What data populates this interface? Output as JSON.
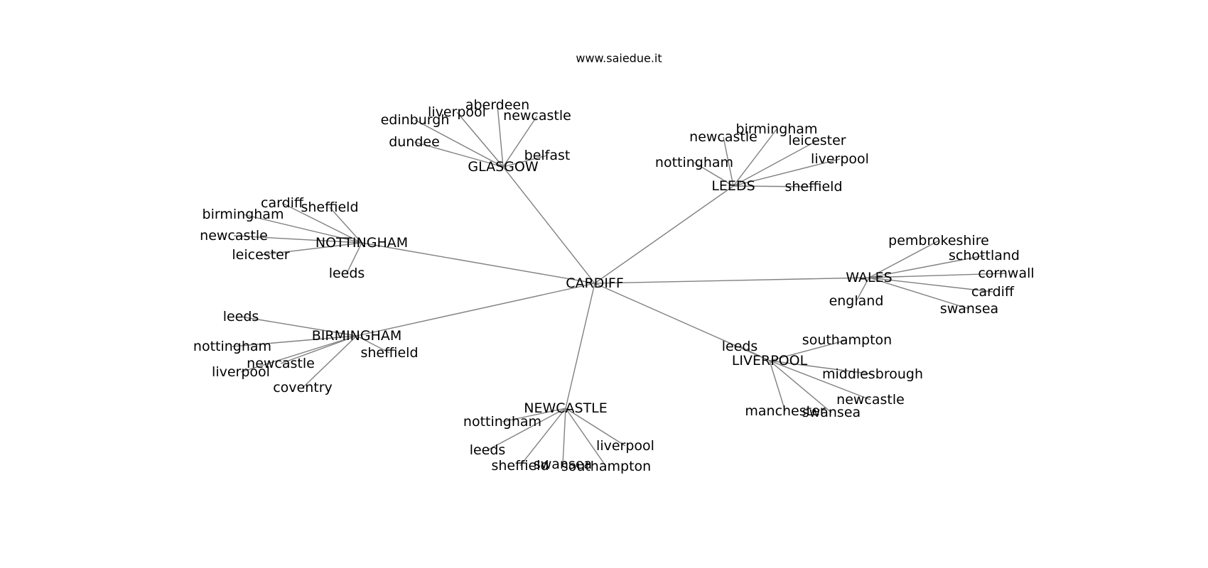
{
  "watermark": "www.saiedue.it",
  "edge_color": "#808080",
  "text_color": "#000000",
  "root": {
    "id": "cardiff-root",
    "label": "CARDIFF"
  },
  "hubs": [
    {
      "id": "glasgow",
      "label": "GLASGOW",
      "children": [
        "aberdeen",
        "liverpool",
        "edinburgh",
        "newcastle",
        "dundee",
        "belfast"
      ]
    },
    {
      "id": "leeds",
      "label": "LEEDS",
      "children": [
        "birmingham",
        "newcastle",
        "leicester",
        "liverpool",
        "nottingham",
        "sheffield"
      ]
    },
    {
      "id": "nottingham",
      "label": "NOTTINGHAM",
      "children": [
        "cardiff",
        "sheffield",
        "birmingham",
        "newcastle",
        "leicester",
        "leeds"
      ]
    },
    {
      "id": "wales",
      "label": "WALES",
      "children": [
        "pembrokeshire",
        "schottland",
        "cornwall",
        "cardiff",
        "england",
        "swansea"
      ]
    },
    {
      "id": "birmingham",
      "label": "BIRMINGHAM",
      "children": [
        "leeds",
        "nottingham",
        "newcastle",
        "sheffield",
        "liverpool",
        "coventry"
      ]
    },
    {
      "id": "liverpool",
      "label": "LIVERPOOL",
      "children": [
        "leeds",
        "southampton",
        "middlesbrough",
        "newcastle",
        "manchester",
        "swansea"
      ]
    },
    {
      "id": "newcastle",
      "label": "NEWCASTLE",
      "children": [
        "nottingham",
        "leeds",
        "liverpool",
        "sheffield",
        "swansea",
        "southampton"
      ]
    }
  ]
}
